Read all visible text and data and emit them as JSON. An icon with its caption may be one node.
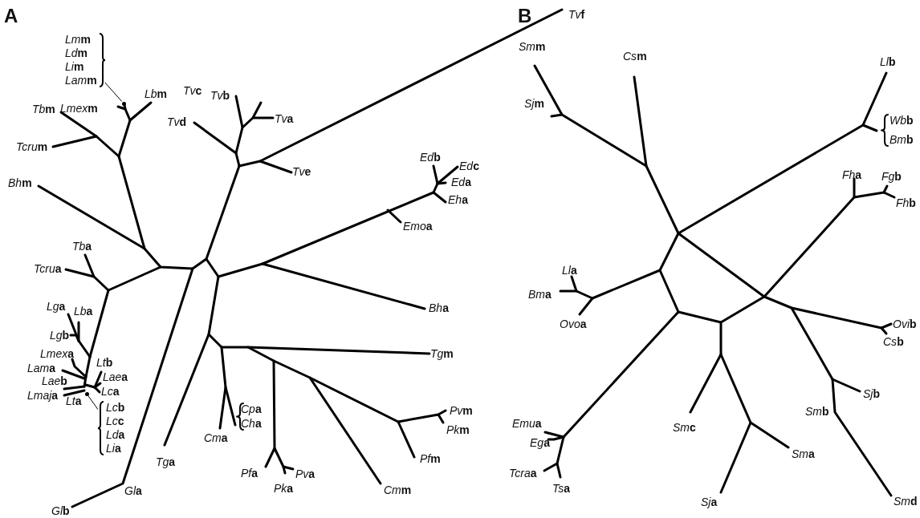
{
  "diagram": {
    "nodes": [
      {
        "text": [
          "Lmm",
          "Ldm",
          "Lim",
          "Lamm"
        ]
      },
      {
        "text": [],
        "shape": "point"
      },
      {
        "text": [
          "Lcb",
          "Lcc",
          "Lda",
          "Lia"
        ]
      },
      {
        "text": [],
        "shape": "point"
      }
    ],
    "edges": [
      {
        "from": 0,
        "to": 1,
        "arrow": "none"
      },
      {
        "from": 2,
        "to": 3,
        "arrow": "none"
      }
    ],
    "labels": [
      "A",
      "Lbm",
      "Tbm",
      "Lmexm",
      "Tvc",
      "Tvb",
      "Tva",
      "Tvd",
      "Tve",
      "Tvf",
      "Tcrum",
      "Bhm",
      "Edb",
      "Edc",
      "Eda",
      "Eha",
      "Emoa",
      "Tba",
      "Tcrua",
      "Bha",
      "Lga",
      "Lba",
      "Lgb",
      "Lmexa",
      "Ltb",
      "Lama",
      "Laea",
      "Laeb",
      "Lca",
      "Lmaja",
      "Lta",
      "Tgm",
      "Cpa",
      "Cha",
      "Cma",
      "Pvm",
      "Pkm",
      "Tga",
      "Pfa",
      "Pva",
      "Pka",
      "Pfm",
      "Cmm",
      "Gla",
      "Glb",
      "B",
      "Smm",
      "Csm",
      "Llb",
      "Sjm",
      "Wbb",
      "Bmb",
      "Fha",
      "Fgb",
      "Fhb",
      "Lla",
      "Bma",
      "Ovoa",
      "Ovib",
      "Csb",
      "Sjb",
      "Smb",
      "Emua",
      "Smc",
      "Ega",
      "Sma",
      "Tcraa",
      "Tsa",
      "Sja",
      "Smd"
    ]
  }
}
